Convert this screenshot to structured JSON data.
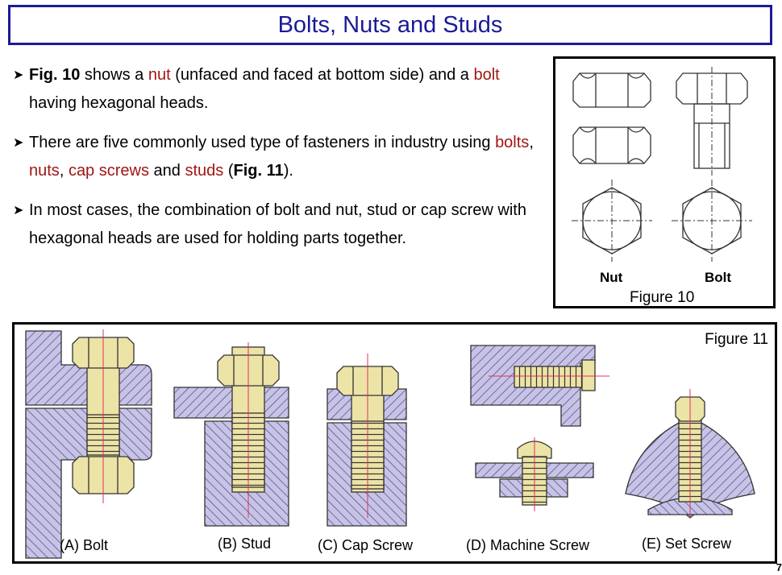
{
  "slide": {
    "title": "Bolts, Nuts and Studs",
    "page_number": "7"
  },
  "bullets": [
    {
      "parts": [
        {
          "t": "Fig. 10",
          "s": "b"
        },
        {
          "t": " shows a ",
          "s": ""
        },
        {
          "t": "nut",
          "s": "red"
        },
        {
          "t": " (unfaced and faced at bottom side) and a ",
          "s": ""
        },
        {
          "t": "bolt",
          "s": "red"
        },
        {
          "t": " having hexagonal heads.",
          "s": ""
        }
      ]
    },
    {
      "parts": [
        {
          "t": "There are five commonly used type of fasteners in industry using ",
          "s": ""
        },
        {
          "t": "bolts",
          "s": "red"
        },
        {
          "t": ", ",
          "s": ""
        },
        {
          "t": "nuts",
          "s": "red"
        },
        {
          "t": ", ",
          "s": ""
        },
        {
          "t": "cap screws",
          "s": "red"
        },
        {
          "t": " and ",
          "s": ""
        },
        {
          "t": "studs",
          "s": "red"
        },
        {
          "t": " (",
          "s": ""
        },
        {
          "t": "Fig. 11",
          "s": "b"
        },
        {
          "t": ").",
          "s": ""
        }
      ]
    },
    {
      "parts": [
        {
          "t": "In most cases, the combination of bolt and nut, stud or cap screw with hexagonal heads are used for holding parts together.",
          "s": ""
        }
      ]
    }
  ],
  "figure10": {
    "caption": "Figure 10",
    "nut_label": "Nut",
    "bolt_label": "Bolt"
  },
  "figure11": {
    "caption": "Figure 11",
    "items": [
      {
        "label": "(A) Bolt"
      },
      {
        "label": "(B) Stud"
      },
      {
        "label": "(C) Cap Screw"
      },
      {
        "label": "(D) Machine Screw"
      },
      {
        "label": "(E) Set Screw"
      }
    ]
  },
  "colors": {
    "title": "#1a1a99",
    "highlight": "#a31515",
    "hatch": "#c7c3e8",
    "fastener": "#ece3a6",
    "centerline": "#e0305a"
  }
}
